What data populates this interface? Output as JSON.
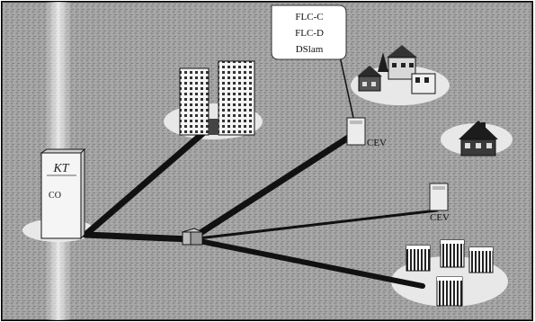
{
  "callout": {
    "line1": "FLC-C",
    "line2": "FLC-D",
    "line3": "DSlam"
  },
  "central_office": {
    "logo_text": "KT",
    "label": "CO"
  },
  "cabinet_labels": {
    "upper": "CEV",
    "lower": "CEV"
  },
  "colors": {
    "background": "#8c8c8c",
    "panel": "#b8b8b8",
    "cable": "#111111",
    "ellipse": "#e6e6e6"
  },
  "icons": [
    "office-buildings-icon",
    "house-cluster-icon",
    "house-icon",
    "cabinet-icon",
    "junction-box-icon",
    "apartment-blocks-icon"
  ]
}
